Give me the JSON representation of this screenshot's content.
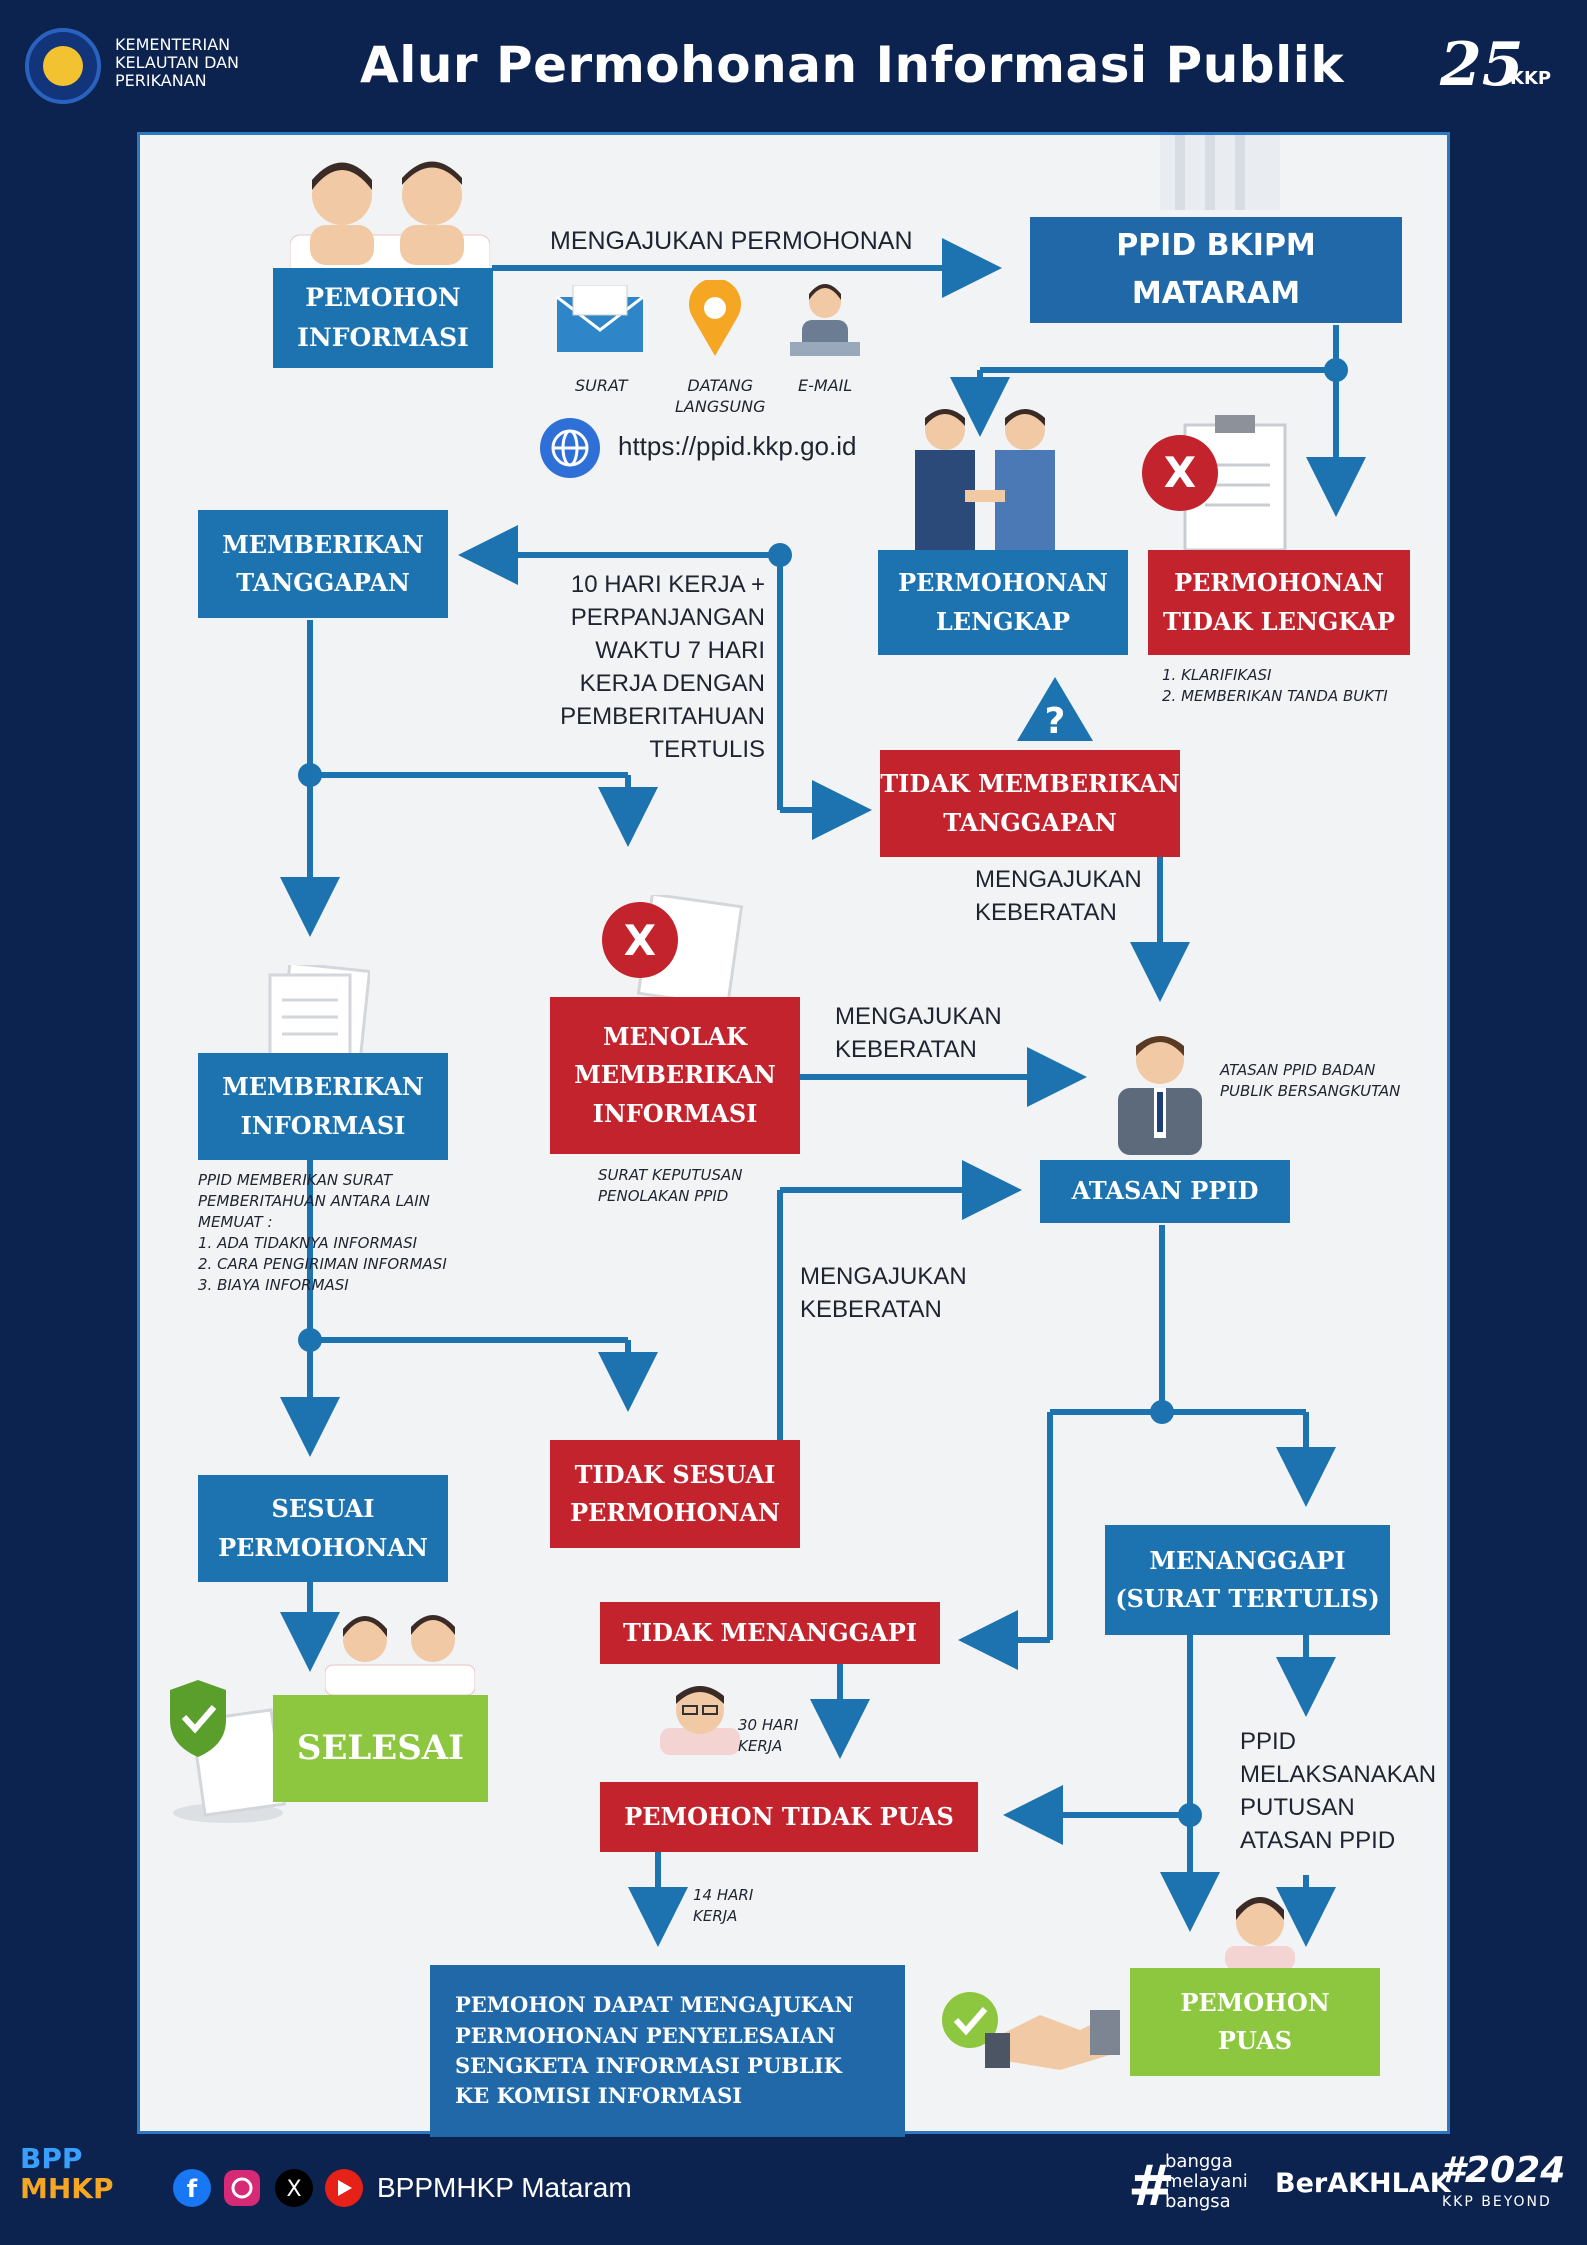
{
  "header": {
    "org_name": "KEMENTERIAN\nKELAUTAN DAN\nPERIKANAN",
    "title": "Alur Permohonan Informasi Publik",
    "anniversary_number": "25",
    "anniversary_label": "KKP"
  },
  "diagram": {
    "pemohon_informasi": "PEMOHON\nINFORMASI",
    "mengajukan_permohonan": "MENGAJUKAN PERMOHONAN",
    "ppid_bkipm": "PPID BKIPM MATARAM",
    "channels": [
      "SURAT",
      "DATANG\nLANGSUNG",
      "E-MAIL"
    ],
    "website": "https://ppid.kkp.go.id",
    "memberikan_tanggapan": "MEMBERIKAN\nTANGGAPAN",
    "hari_kerja_note": "10 HARI KERJA +\nPERPANJANGAN\nWAKTU 7 HARI\nKERJA DENGAN\nPEMBERITAHUAN\nTERTULIS",
    "permohonan_lengkap": "PERMOHONAN\nLENGKAP",
    "permohonan_tidak_lengkap": "PERMOHONAN\nTIDAK LENGKAP",
    "tidak_lengkap_note": "1. KLARIFIKASI\n2. MEMBERIKAN TANDA BUKTI",
    "tidak_memberikan_tanggapan": "TIDAK MEMBERIKAN\nTANGGAPAN",
    "mengajukan_keberatan_1": "MENGAJUKAN\nKEBERATAN",
    "menolak": "MENOLAK\nMEMBERIKAN\nINFORMASI",
    "mengajukan_keberatan_2": "MENGAJUKAN\nKEBERATAN",
    "surat_keputusan": "SURAT KEPUTUSAN\nPENOLAKAN PPID",
    "atasan_note": "ATASAN PPID BADAN\nPUBLIK BERSANGKUTAN",
    "atasan_ppid": "ATASAN PPID",
    "memberikan_informasi": "MEMBERIKAN\nINFORMASI",
    "memberikan_informasi_note": "PPID MEMBERIKAN SURAT\nPEMBERITAHUAN ANTARA LAIN\nMEMUAT :\n1. ADA TIDAKNYA INFORMASI\n2. CARA PENGIRIMAN INFORMASI\n3. BIAYA INFORMASI",
    "mengajukan_keberatan_3": "MENGAJUKAN\nKEBERATAN",
    "tidak_sesuai": "TIDAK SESUAI\nPERMOHONAN",
    "sesuai": "SESUAI\nPERMOHONAN",
    "menanggapi": "MENANGGAPI\n(SURAT TERTULIS)",
    "tidak_menanggapi": "TIDAK MENANGGAPI",
    "selesai": "SELESAI",
    "hari_30": "30 HARI\nKERJA",
    "ppid_melaksanakan": "PPID\nMELAKSANAKAN\nPUTUSAN\nATASAN PPID",
    "pemohon_tidak_puas": "PEMOHON TIDAK PUAS",
    "hari_14": "14 HARI\nKERJA",
    "komisi": "PEMOHON DAPAT MENGAJUKAN\nPERMOHONAN PENYELESAIAN\nSENGKETA INFORMASI PUBLIK\nKE KOMISI INFORMASI",
    "pemohon_puas": "PEMOHON\nPUAS"
  },
  "footer": {
    "bpp_top": "BPP",
    "bpp_bottom": "MHKP",
    "social_handle": "BPPMHKP Mataram",
    "bangga": "bangga\nmelayani\nbangsa",
    "berakhlak": "BerAKHLAK",
    "year": "#2024",
    "kkp_beyond": "KKP BEYOND"
  },
  "colors": {
    "blue": "#1c73b0",
    "red": "#c2232d",
    "green": "#8dc63f",
    "navy_bg": "#0c2350"
  }
}
